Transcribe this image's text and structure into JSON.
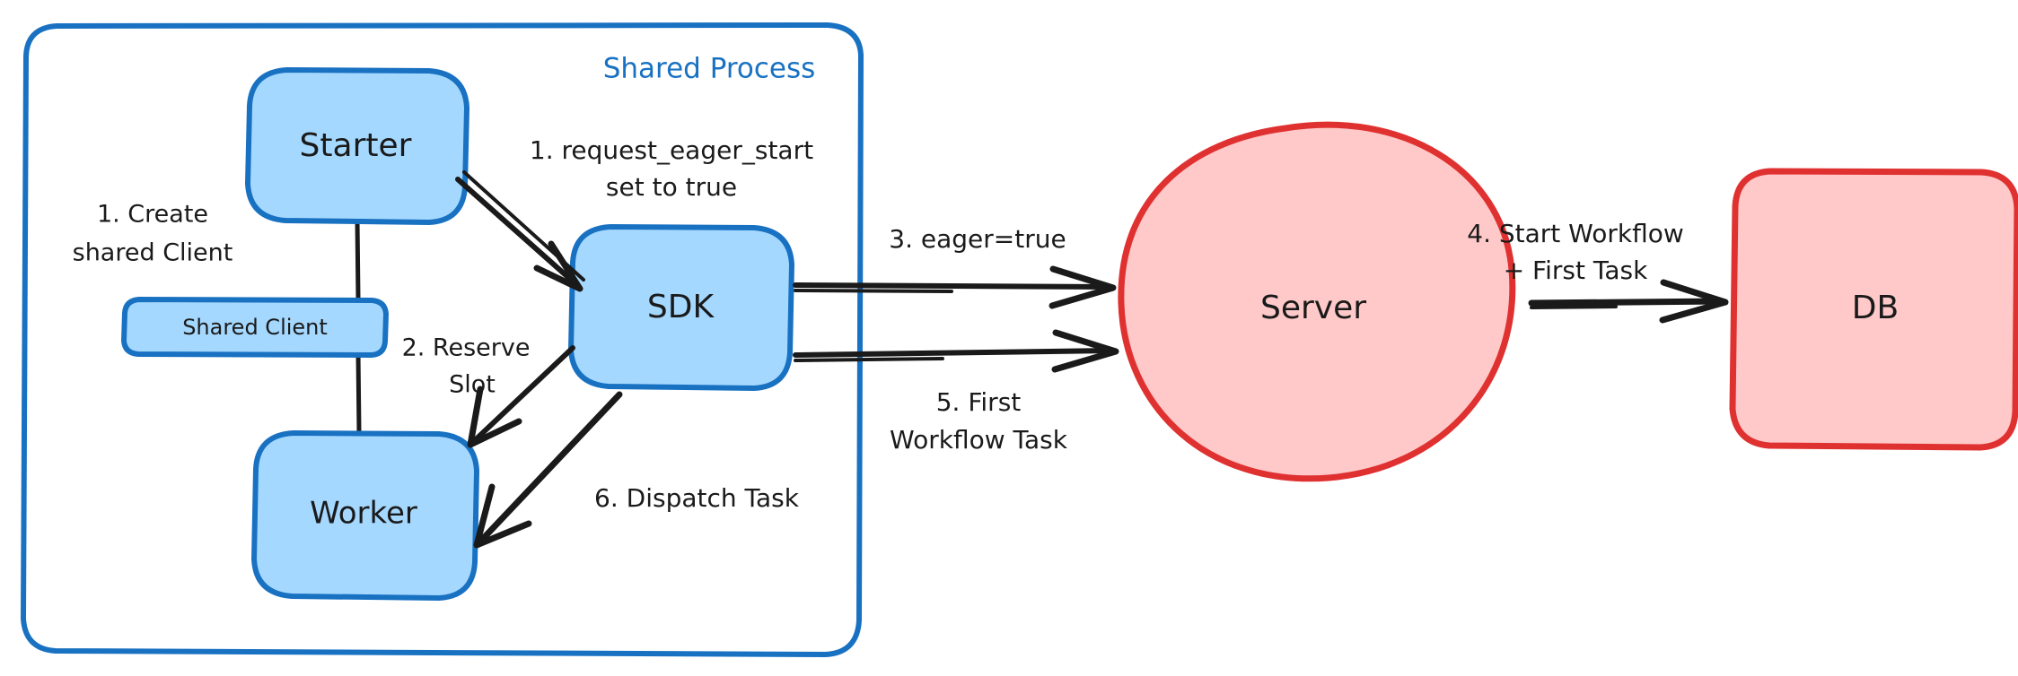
{
  "diagram": {
    "title_label": "Shared Process",
    "colors": {
      "blue_stroke": "#1971c2",
      "blue_fill": "#a5d8ff",
      "red_stroke": "#e03131",
      "red_fill": "#ffc9c9",
      "arrow": "#1a1a1a",
      "background": "#ffffff"
    },
    "nodes": [
      {
        "id": "starter",
        "label": "Starter",
        "shape": "rounded-rect",
        "fill": "#a5d8ff",
        "stroke": "#1971c2"
      },
      {
        "id": "shared-client",
        "label": "Shared Client",
        "shape": "rounded-rect",
        "fill": "#a5d8ff",
        "stroke": "#1971c2"
      },
      {
        "id": "worker",
        "label": "Worker",
        "shape": "rounded-rect",
        "fill": "#a5d8ff",
        "stroke": "#1971c2"
      },
      {
        "id": "sdk",
        "label": "SDK",
        "shape": "rounded-rect",
        "fill": "#a5d8ff",
        "stroke": "#1971c2"
      },
      {
        "id": "server",
        "label": "Server",
        "shape": "ellipse",
        "fill": "#ffc9c9",
        "stroke": "#e03131"
      },
      {
        "id": "db",
        "label": "DB",
        "shape": "rounded-rect",
        "fill": "#ffc9c9",
        "stroke": "#e03131"
      }
    ],
    "edge_labels": {
      "create_shared_client_line1": "1. Create",
      "create_shared_client_line2": "shared Client",
      "request_eager_start_line1": "1. request_eager_start",
      "request_eager_start_line2": "set to true",
      "reserve_slot_line1": "2. Reserve",
      "reserve_slot_line2": "Slot",
      "eager_true": "3. eager=true",
      "start_workflow_line1": "4. Start Workflow",
      "start_workflow_line2": "+ First Task",
      "first_workflow_task_line1": "5. First",
      "first_workflow_task_line2": "Workflow Task",
      "dispatch_task": "6. Dispatch Task"
    }
  }
}
